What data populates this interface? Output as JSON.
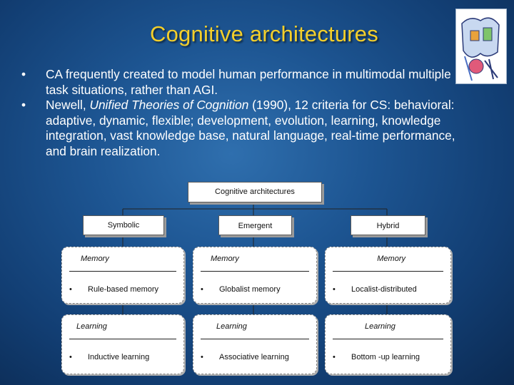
{
  "slide": {
    "title": "Cognitive architectures",
    "bullets": [
      {
        "marker": "•",
        "pre": "CA frequently created to model human performance in multimodal multiple task situations, rather than AGI.",
        "em": "",
        "post": ""
      },
      {
        "marker": "•",
        "pre": "Newell, ",
        "em": "Unified Theories of Cognition",
        "post": " (1990), 12 criteria for CS: behavioral: adaptive, dynamic, flexible; development, evolution, learning, knowledge integration, vast knowledge base, natural language, real-time performance, and brain realization."
      }
    ]
  },
  "diagram": {
    "root": "Cognitive architectures",
    "branches": [
      {
        "label": "Symbolic",
        "memory_head": "Memory",
        "memory_item": "Rule-based memory",
        "learning_head": "Learning",
        "learning_item": "Inductive learning"
      },
      {
        "label": "Emergent",
        "memory_head": "Memory",
        "memory_item": "Globalist memory",
        "learning_head": "Learning",
        "learning_item": "Associative learning"
      },
      {
        "label": "Hybrid",
        "memory_head": "Memory",
        "memory_item": "Localist-distributed",
        "learning_head": "Learning",
        "learning_item": "Bottom -up learning"
      }
    ],
    "bullet_glyph": "•"
  },
  "colors": {
    "title": "#f4cf2a",
    "text": "#ffffff",
    "background": "#1d5592"
  }
}
